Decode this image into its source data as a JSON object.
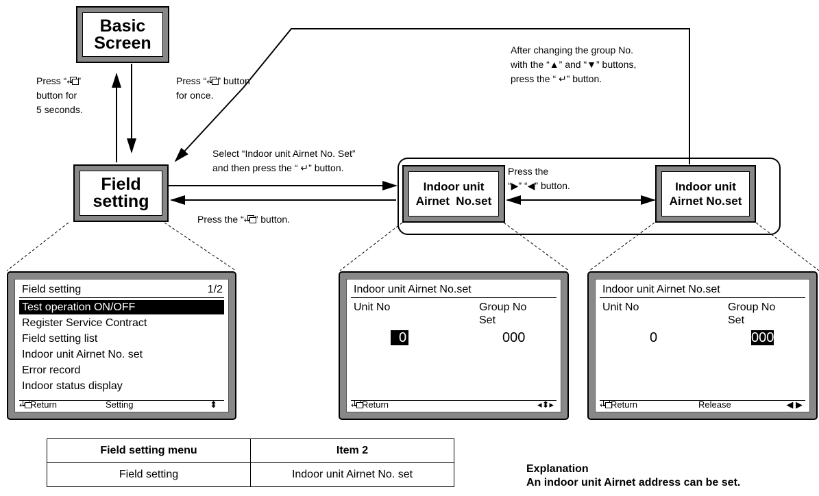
{
  "boxes": {
    "basic_line1": "Basic",
    "basic_line2": "Screen",
    "field_line1": "Field",
    "field_line2": "setting",
    "indoor_line1": "Indoor unit",
    "indoor_line2a": "Airnet  No.set",
    "indoor_line2b": "Airnet No.set"
  },
  "annotations": {
    "press_hold_1": "Press “",
    "press_hold_1b": "”",
    "press_hold_2": "button for",
    "press_hold_3": "5 seconds.",
    "press_once_1a": "Press “",
    "press_once_1b": "” button",
    "press_once_2": "for once.",
    "group_1": "After changing the group No.",
    "group_2": "with the “▲” and “▼” buttons,",
    "group_3": "press the “ ↵” button.",
    "select_1": "Select “Indoor unit Airnet No. Set”",
    "select_2": "and then press the “ ↵” button.",
    "lr_1": "Press the",
    "lr_2": "“▶” “◀” button.",
    "return_a": "Press the “",
    "return_b": "” button."
  },
  "lcd1": {
    "title": "Field setting",
    "page": "1/2",
    "items": [
      "Test operation ON/OFF",
      "Register Service Contract",
      "Field setting list",
      "Indoor unit Airnet No. set",
      "Error record",
      "Indoor status display"
    ],
    "selected_index": 0,
    "footer_return": "Return",
    "footer_mid": "Setting",
    "footer_right": "⬍"
  },
  "lcd2": {
    "title": "Indoor unit Airnet No.set",
    "unit_label": "Unit No",
    "group_label": "Group No",
    "set_label": "Set",
    "unit_value": "0",
    "group_value": "000",
    "footer_return": "Return",
    "footer_right": "◂⬍▸"
  },
  "lcd3": {
    "title": "Indoor unit Airnet No.set",
    "unit_label": "Unit No",
    "group_label": "Group No",
    "set_label": "Set",
    "unit_value": "0",
    "group_value": "000",
    "footer_return": "Return",
    "footer_mid": "Release",
    "footer_right": "◀  ▶"
  },
  "table": {
    "h1": "Field setting menu",
    "h2": "Item 2",
    "c1": "Field setting",
    "c2": "Indoor unit Airnet No. set"
  },
  "explanation": {
    "title": "Explanation",
    "text": "An indoor unit Airnet address can be set."
  },
  "icons": {
    "return": "return-icon",
    "enter": "enter-icon"
  }
}
